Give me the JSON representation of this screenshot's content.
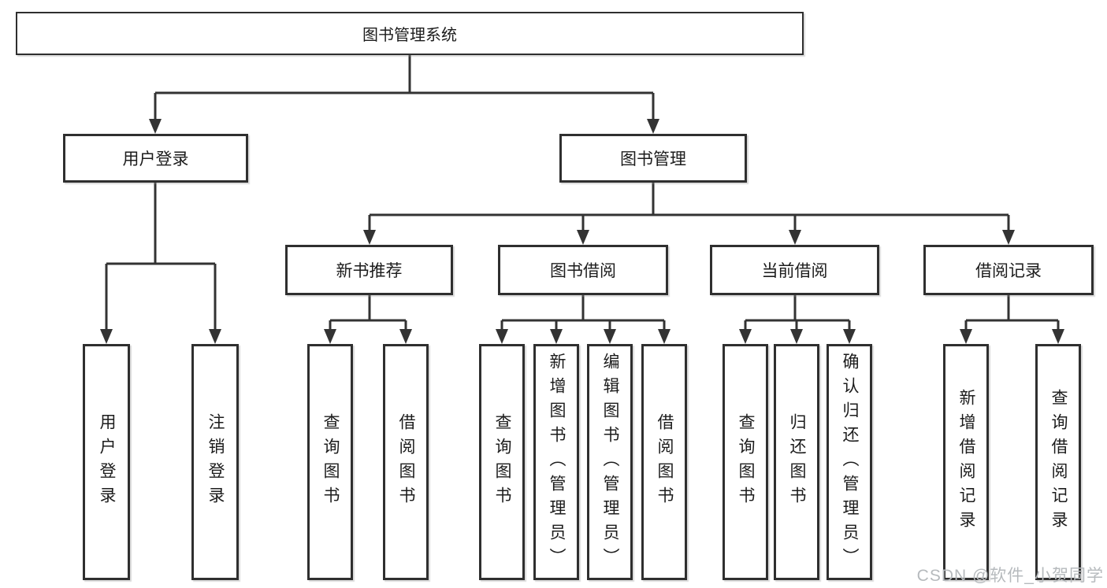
{
  "diagram": {
    "type": "tree",
    "root": {
      "label": "图书管理系统"
    },
    "children": [
      {
        "label": "用户登录",
        "children": [
          {
            "label": "用户登录"
          },
          {
            "label": "注销登录"
          }
        ]
      },
      {
        "label": "图书管理",
        "children": [
          {
            "label": "新书推荐",
            "children": [
              {
                "label": "查询图书"
              },
              {
                "label": "借阅图书"
              }
            ]
          },
          {
            "label": "图书借阅",
            "children": [
              {
                "label": "查询图书"
              },
              {
                "label": "新增图书（管理员）"
              },
              {
                "label": "编辑图书（管理员）"
              },
              {
                "label": "借阅图书"
              }
            ]
          },
          {
            "label": "当前借阅",
            "children": [
              {
                "label": "查询图书"
              },
              {
                "label": "归还图书"
              },
              {
                "label": "确认归还（管理员）"
              }
            ]
          },
          {
            "label": "借阅记录",
            "children": [
              {
                "label": "新增借阅记录"
              },
              {
                "label": "查询借阅记录"
              }
            ]
          }
        ]
      }
    ]
  },
  "watermark": {
    "text": "CSDN @软件_小贺同学"
  },
  "colors": {
    "line": "#333333",
    "box_border": "#2f2f2f",
    "text": "#1c1c1c",
    "watermark": "#b6babd",
    "background": "#ffffff"
  }
}
